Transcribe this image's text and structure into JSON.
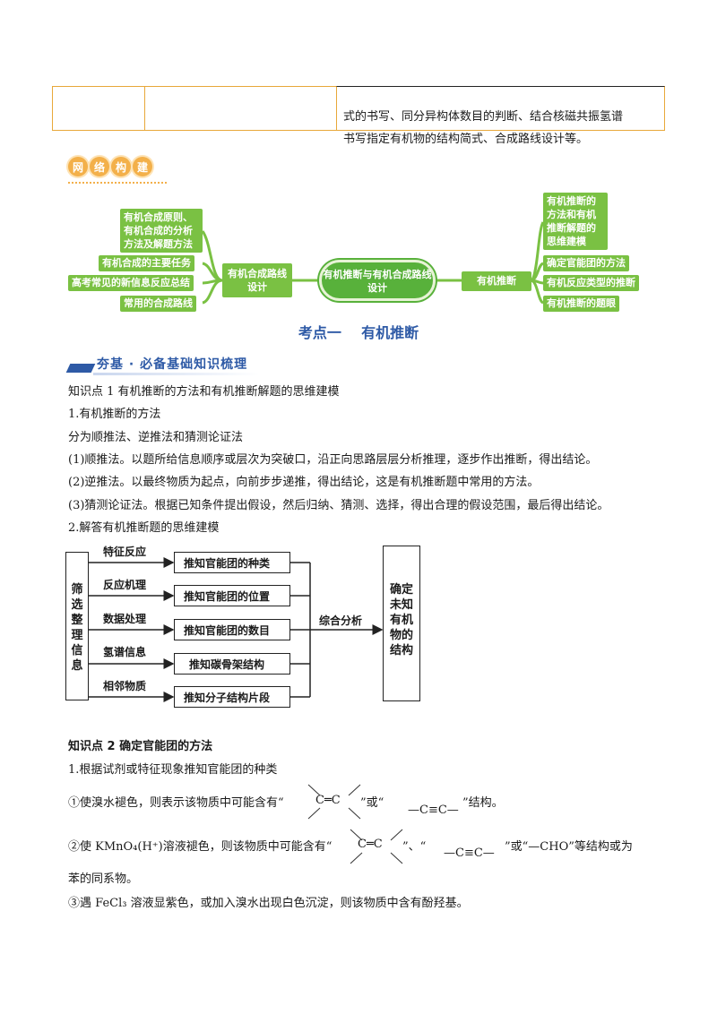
{
  "top_table": {
    "line1": "式的书写、同分异构体数目的判断、结合核磁共振氢谱",
    "line2": "书写指定有机物的结构简式、合成路线设计等。"
  },
  "badge": {
    "chars": [
      "网",
      "络",
      "构",
      "建"
    ]
  },
  "mindmap": {
    "center": "有机推断与有机合成路线设计",
    "left_hub": "有机合成路线设计",
    "right_hub": "有机推断",
    "left_items": [
      "有机合成原则、有机合成的分析方法及解题方法",
      "有机合成的主要任务",
      "高考常见的新信息反应总结",
      "常用的合成路线"
    ],
    "right_items": [
      "有机推断的方法和有机推断解题的思维建模",
      "确定官能团的方法",
      "有机反应类型的推断",
      "有机推断的题眼"
    ]
  },
  "section_title": "考点一    有机推断",
  "banner": "夯基 · 必备基础知识梳理",
  "paragraphs": {
    "k1_title": "知识点 1  有机推断的方法和有机推断解题的思维建模",
    "h1": "1.有机推断的方法",
    "intro": "分为顺推法、逆推法和猜测论证法",
    "m1": "(1)顺推法。以题所给信息顺序或层次为突破口，沿正向思路层层分析推理，逐步作出推断，得出结论。",
    "m2": "(2)逆推法。以最终物质为起点，向前步步递推，得出结论，这是有机推断题中常用的方法。",
    "m3": "(3)猜测论证法。根据已知条件提出假设，然后归纳、猜测、选择，得出合理的假设范围，最后得出结论。",
    "h2": "2.解答有机推断题的思维建模"
  },
  "flowchart": {
    "left_box": "筛选整理信息",
    "inputs": [
      "特征反应",
      "反应机理",
      "数据处理",
      "氢谱信息",
      "相邻物质"
    ],
    "outputs": [
      "推知官能团的种类",
      "推知官能团的位置",
      "推知官能团的数目",
      "推知碳骨架结构",
      "推知分子结构片段"
    ],
    "merge_label": "综合分析",
    "right_box": "确定未知有机物的结构"
  },
  "k2": {
    "title": "知识点 2  确定官能团的方法",
    "h1": "1.根据试剂或特征现象推知官能团的种类",
    "l1_a": "①使溴水褪色，则表示该物质中可能含有“",
    "l1_b": "”或“",
    "l1_c": "”结构。",
    "l2_a": "②使 KMnO₄(H⁺)溶液褪色，则该物质中可能含有“",
    "l2_b": "”、“",
    "l2_c": "”或“—CHO”等结构或为",
    "l2_d": "苯的同系物。",
    "l3": "③遇 FeCl₃ 溶液显紫色，或加入溴水出现白色沉淀，则该物质中含有酚羟基。",
    "alkene": "C═C",
    "alkyne": "—C≡C—"
  },
  "colors": {
    "orange": "#e8a83a",
    "green": "#7ac143",
    "blue": "#2e5aa6"
  }
}
